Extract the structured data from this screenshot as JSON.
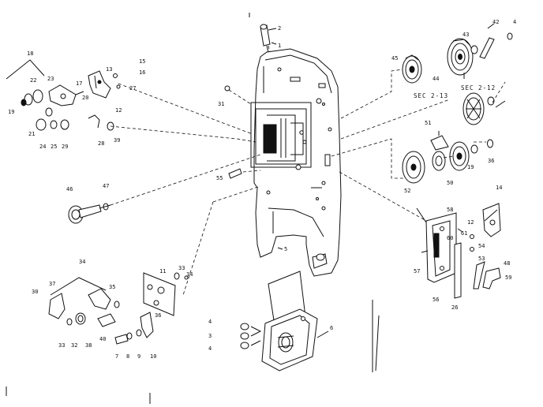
{
  "diagram": {
    "callouts": [
      {
        "id": "c2",
        "text": "2"
      },
      {
        "id": "c1",
        "text": "1"
      },
      {
        "id": "c42",
        "text": "42"
      },
      {
        "id": "c4top",
        "text": "4"
      },
      {
        "id": "c43",
        "text": "43"
      },
      {
        "id": "c45",
        "text": "45"
      },
      {
        "id": "c44",
        "text": "44"
      },
      {
        "id": "csec12",
        "text": "SEC 2-12"
      },
      {
        "id": "csec13",
        "text": "SEC 2-13"
      },
      {
        "id": "c51",
        "text": "51"
      },
      {
        "id": "c52",
        "text": "52"
      },
      {
        "id": "c50",
        "text": "50"
      },
      {
        "id": "c19r",
        "text": "19"
      },
      {
        "id": "c36",
        "text": "36"
      },
      {
        "id": "c18",
        "text": "18"
      },
      {
        "id": "c22",
        "text": "22"
      },
      {
        "id": "c23",
        "text": "23"
      },
      {
        "id": "c17",
        "text": "17"
      },
      {
        "id": "c20",
        "text": "20"
      },
      {
        "id": "c13",
        "text": "13"
      },
      {
        "id": "c15",
        "text": "15"
      },
      {
        "id": "c16",
        "text": "16"
      },
      {
        "id": "c27",
        "text": "27"
      },
      {
        "id": "c19l",
        "text": "19"
      },
      {
        "id": "c12l",
        "text": "12"
      },
      {
        "id": "c21",
        "text": "21"
      },
      {
        "id": "c24",
        "text": "24"
      },
      {
        "id": "c25",
        "text": "25"
      },
      {
        "id": "c29",
        "text": "29"
      },
      {
        "id": "c28",
        "text": "28"
      },
      {
        "id": "c39",
        "text": "39"
      },
      {
        "id": "c31",
        "text": "31"
      },
      {
        "id": "c55",
        "text": "55"
      },
      {
        "id": "c46",
        "text": "46"
      },
      {
        "id": "c47",
        "text": "47"
      },
      {
        "id": "c14",
        "text": "14"
      },
      {
        "id": "c58",
        "text": "58"
      },
      {
        "id": "c12r",
        "text": "12"
      },
      {
        "id": "c61",
        "text": "61"
      },
      {
        "id": "c60",
        "text": "60"
      },
      {
        "id": "c57",
        "text": "57"
      },
      {
        "id": "c54",
        "text": "54"
      },
      {
        "id": "c53",
        "text": "53"
      },
      {
        "id": "c48",
        "text": "48"
      },
      {
        "id": "c59",
        "text": "59"
      },
      {
        "id": "c56",
        "text": "56"
      },
      {
        "id": "c26",
        "text": "26"
      },
      {
        "id": "c5",
        "text": "5"
      },
      {
        "id": "c34a",
        "text": "34"
      },
      {
        "id": "c37",
        "text": "37"
      },
      {
        "id": "c35",
        "text": "35"
      },
      {
        "id": "c30",
        "text": "30"
      },
      {
        "id": "c33",
        "text": "33"
      },
      {
        "id": "c32",
        "text": "32"
      },
      {
        "id": "c38",
        "text": "38"
      },
      {
        "id": "c40",
        "text": "40"
      },
      {
        "id": "c11",
        "text": "11"
      },
      {
        "id": "c33b",
        "text": "33"
      },
      {
        "id": "c34b",
        "text": "34"
      },
      {
        "id": "c36b",
        "text": "36"
      },
      {
        "id": "c7",
        "text": "7"
      },
      {
        "id": "c8",
        "text": "8"
      },
      {
        "id": "c9",
        "text": "9"
      },
      {
        "id": "c10",
        "text": "10"
      },
      {
        "id": "c4a",
        "text": "4"
      },
      {
        "id": "c3",
        "text": "3"
      },
      {
        "id": "c4b",
        "text": "4"
      },
      {
        "id": "c6",
        "text": "6"
      }
    ]
  }
}
